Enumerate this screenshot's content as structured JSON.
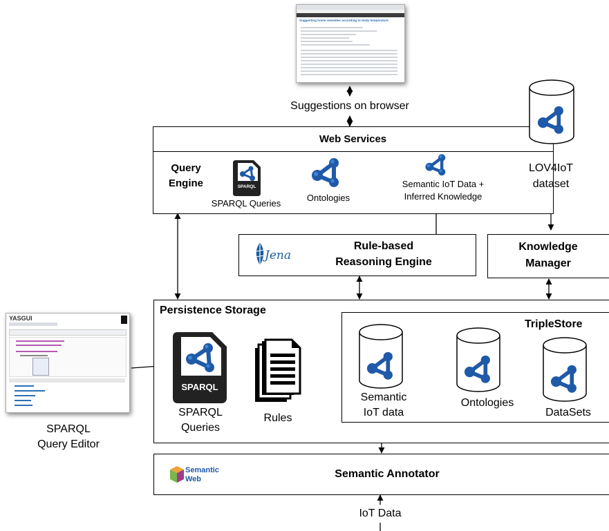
{
  "browser_caption": "Suggestions on browser",
  "browser_title": "Suggesting home remedies according to body temperature",
  "web_services": "Web Services",
  "query_engine": "Query Engine",
  "sparql_queries": "SPARQL Queries",
  "ontologies": "Ontologies",
  "semantic_iot_line1": "Semantic IoT Data  +",
  "semantic_iot_line2": "Inferred Knowledge",
  "jena": "Jena",
  "rule_engine_line1": "Rule-based",
  "rule_engine_line2": "Reasoning  Engine",
  "lov4iot_line1": "LOV4IoT",
  "lov4iot_line2": "dataset",
  "knowledge_manager_line1": "Knowledge",
  "knowledge_manager_line2": "Manager",
  "persistence_storage": "Persistence Storage",
  "triplestore": "TripleStore",
  "sparql_badge": "SPARQL",
  "storage_sparql_line1": "SPARQL",
  "storage_sparql_line2": "Queries",
  "rules": "Rules",
  "ts_semantic_line1": "Semantic",
  "ts_semantic_line2": "IoT data",
  "ts_ontologies": "Ontologies",
  "ts_datasets": "DataSets",
  "yasgui": "YASGUI",
  "editor_line1": "SPARQL",
  "editor_line2": "Query Editor",
  "semantic_web_line1": "Semantic",
  "semantic_web_line2": "Web",
  "semantic_annotator": "Semantic Annotator",
  "iot_data": "IoT Data",
  "colors": {
    "node_blue": "#1f5aa8",
    "node_light": "#3c86d6",
    "jena_blue": "#1d5c9e"
  }
}
